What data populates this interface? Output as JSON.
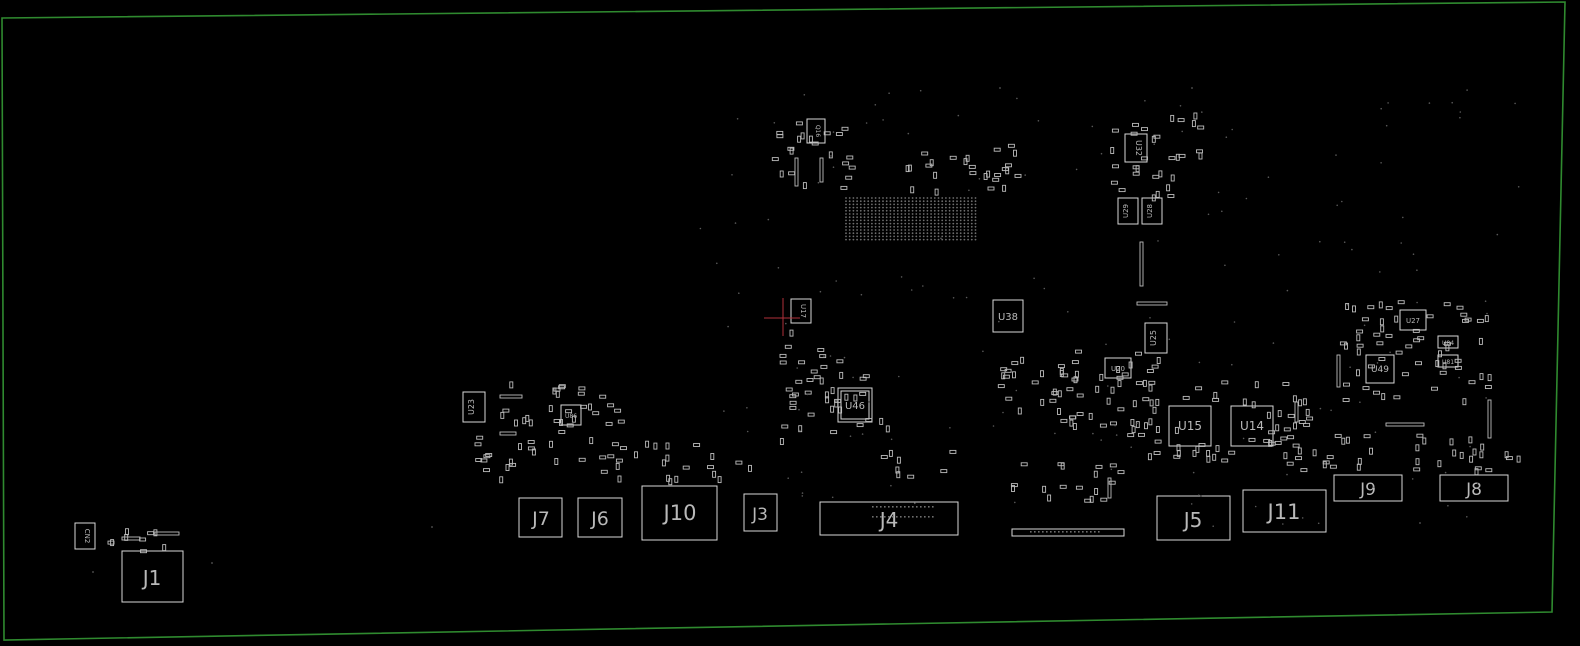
{
  "board": {
    "outline_color": "#2f8a2f",
    "silkscreen_color": "#d8d8d8",
    "cursor_color": "#b0303a"
  },
  "labels": {
    "J1": "J1",
    "J3": "J3",
    "J4": "J4",
    "J5": "J5",
    "J6": "J6",
    "J7": "J7",
    "J8": "J8",
    "J9": "J9",
    "J10": "J10",
    "J11": "J11",
    "CN2": "CN2",
    "U14": "U14",
    "U15": "U15",
    "U17": "U17",
    "U20": "U20",
    "U23": "U23",
    "U25": "U25",
    "U27": "U27",
    "U28": "U28",
    "U29": "U29",
    "U32": "U32",
    "U38": "U38",
    "U46": "U46",
    "U49": "U49",
    "Q16": "Q16",
    "U86": "U86",
    "U84": "U84",
    "U81": "U81"
  }
}
